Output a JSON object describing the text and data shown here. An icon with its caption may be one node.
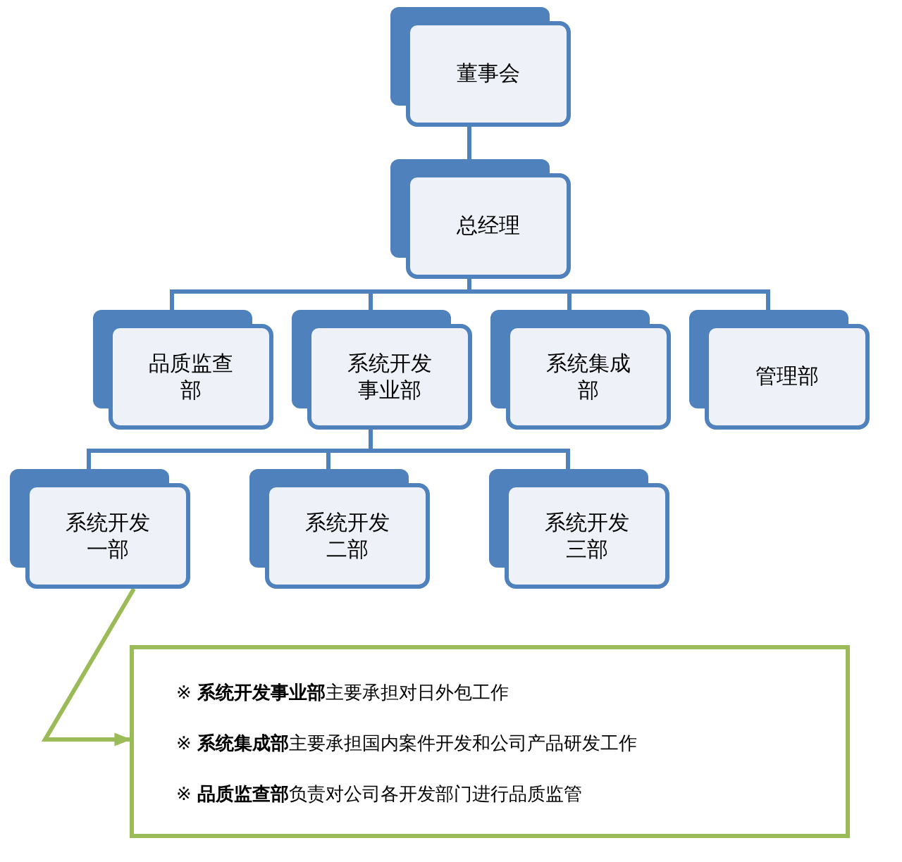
{
  "diagram": {
    "nodes": [
      {
        "text": [
          "董事会"
        ]
      },
      {
        "text": [
          "总经理"
        ]
      },
      {
        "text": [
          "品质监查部"
        ]
      },
      {
        "text": [
          "系统开发事业部"
        ]
      },
      {
        "text": [
          "系统集成部"
        ]
      },
      {
        "text": [
          "管理部"
        ]
      },
      {
        "text": [
          "系统开发一部"
        ]
      },
      {
        "text": [
          "系统开发二部"
        ]
      },
      {
        "text": [
          "系统开发三部"
        ]
      },
      {
        "text": [
          "※ **系统开发事业部**主要承担对日外包工作",
          "※ **系统集成部**主要承担国内案件开发和公司产品研发工作",
          "※ **品质监查部**负责对公司各开发部门进行品质监管"
        ]
      }
    ],
    "edges": [
      {
        "from": 0,
        "to": 1,
        "arrow": "none"
      },
      {
        "from": 1,
        "to": 2,
        "arrow": "none"
      },
      {
        "from": 1,
        "to": 3,
        "arrow": "none"
      },
      {
        "from": 1,
        "to": 4,
        "arrow": "none"
      },
      {
        "from": 1,
        "to": 5,
        "arrow": "none"
      },
      {
        "from": 3,
        "to": 6,
        "arrow": "none"
      },
      {
        "from": 3,
        "to": 7,
        "arrow": "none"
      },
      {
        "from": 3,
        "to": 8,
        "arrow": "none"
      },
      {
        "from": 6,
        "to": 9,
        "arrow": "to",
        "color": "#9bbb59"
      }
    ]
  }
}
